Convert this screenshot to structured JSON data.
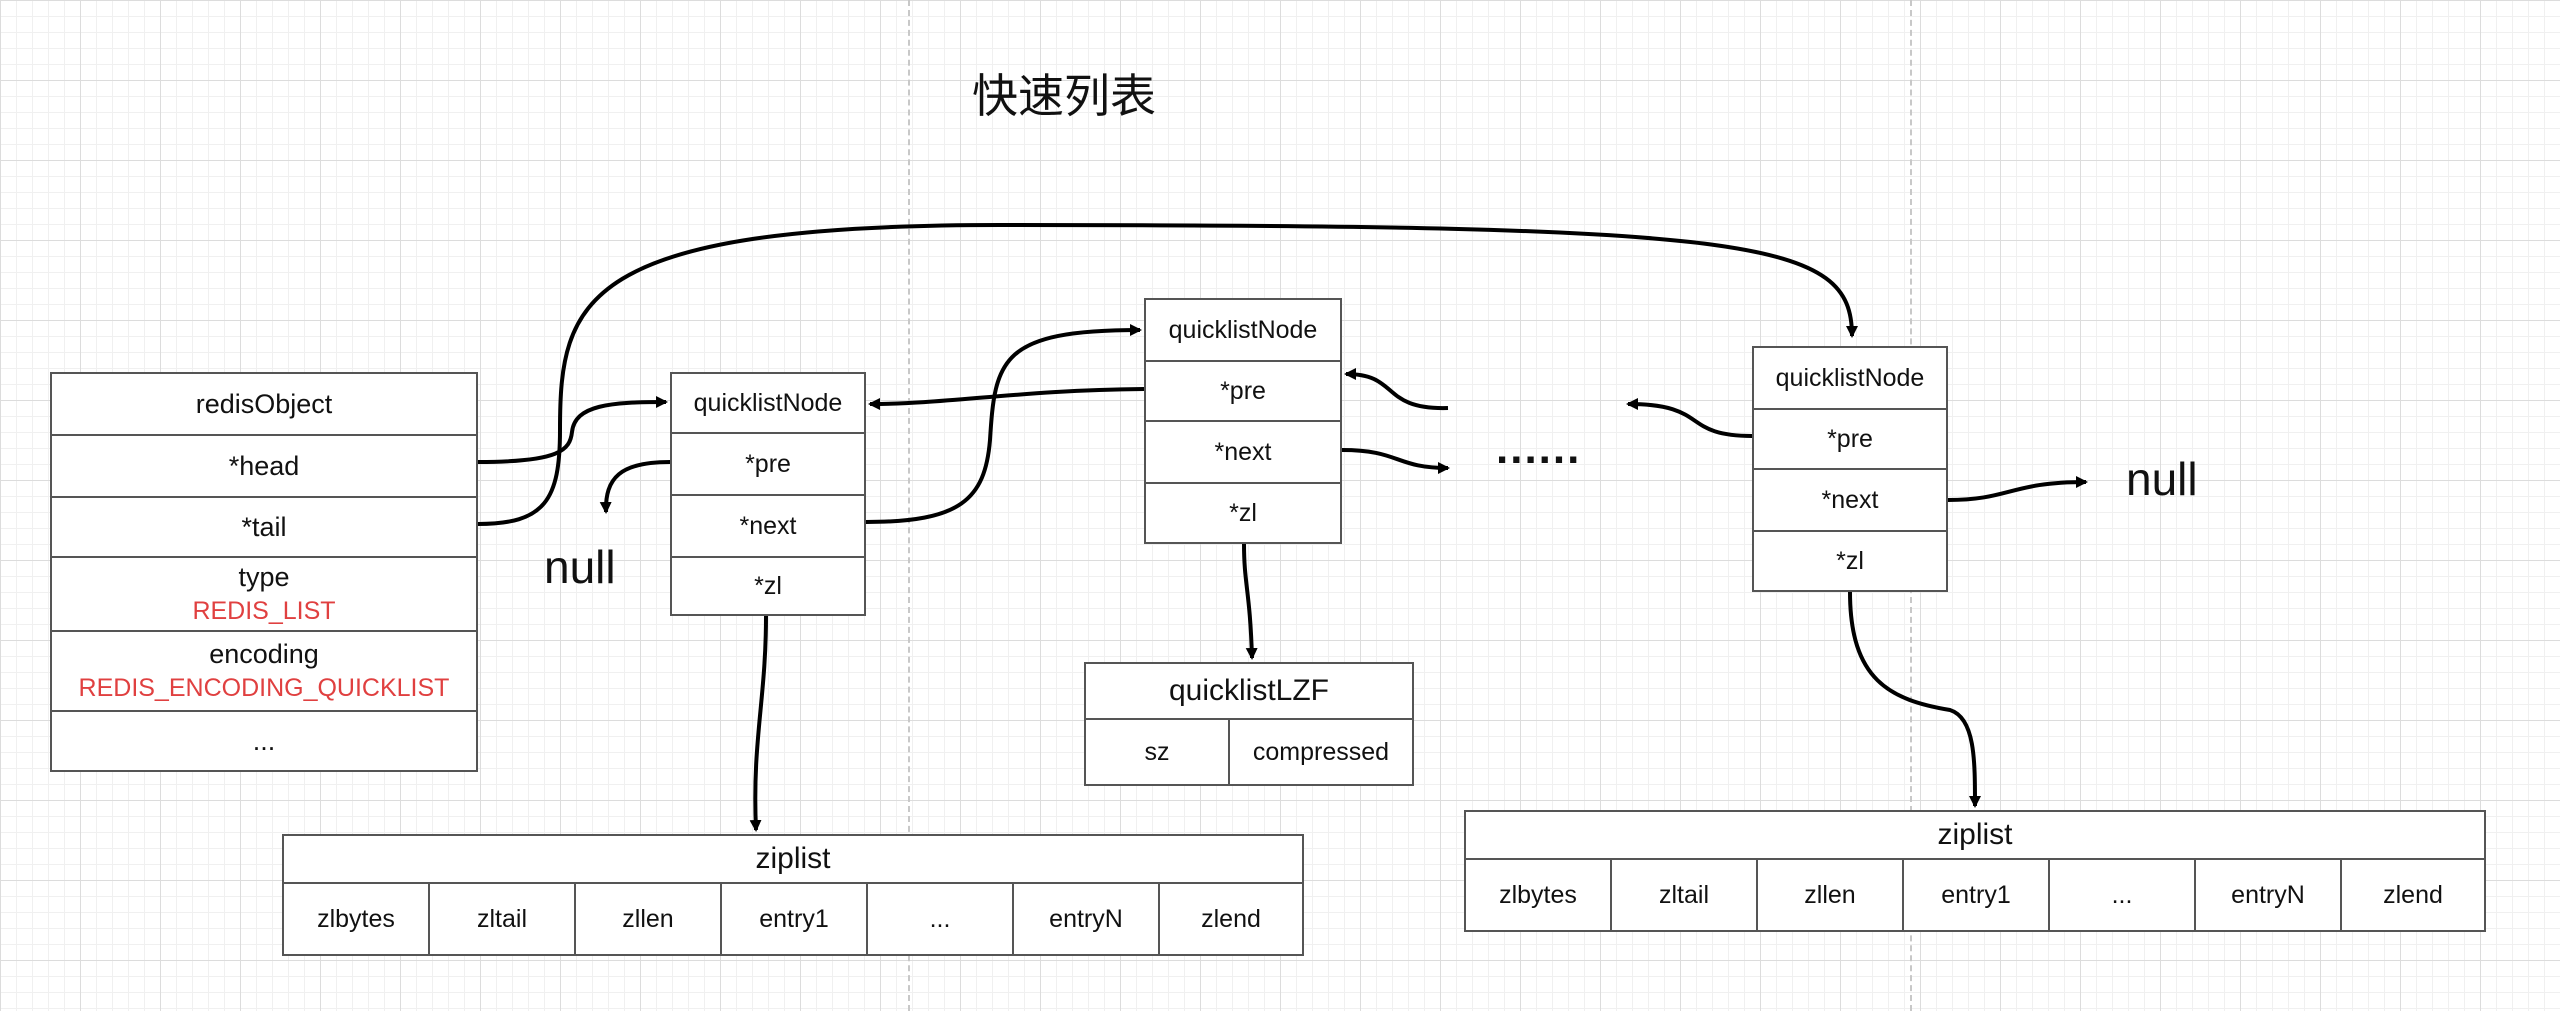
{
  "title": "快速列表",
  "redis_object": {
    "header": "redisObject",
    "head": "*head",
    "tail": "*tail",
    "type_label": "type",
    "type_value": "REDIS_LIST",
    "encoding_label": "encoding",
    "encoding_value": "REDIS_ENCODING_QUICKLIST",
    "more": "..."
  },
  "nodes": [
    {
      "header": "quicklistNode",
      "pre": "*pre",
      "next": "*next",
      "zl": "*zl"
    },
    {
      "header": "quicklistNode",
      "pre": "*pre",
      "next": "*next",
      "zl": "*zl"
    },
    {
      "header": "quicklistNode",
      "pre": "*pre",
      "next": "*next",
      "zl": "*zl"
    }
  ],
  "null_left": "null",
  "null_right": "null",
  "ellipsis": "......",
  "lzf": {
    "header": "quicklistLZF",
    "sz": "sz",
    "compressed": "compressed"
  },
  "ziplists": [
    {
      "header": "ziplist",
      "cells": [
        "zlbytes",
        "zltail",
        "zllen",
        "entry1",
        "...",
        "entryN",
        "zlend"
      ]
    },
    {
      "header": "ziplist",
      "cells": [
        "zlbytes",
        "zltail",
        "zllen",
        "entry1",
        "...",
        "entryN",
        "zlend"
      ]
    }
  ],
  "line_color": "#000000",
  "accent_red": "#e04040"
}
